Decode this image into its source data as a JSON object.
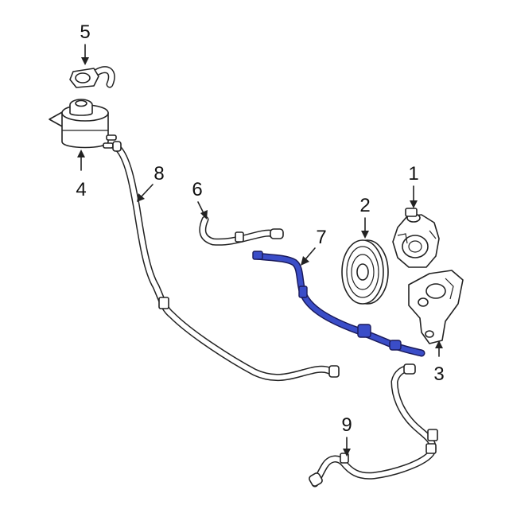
{
  "callouts": {
    "c1": "1",
    "c2": "2",
    "c3": "3",
    "c4": "4",
    "c5": "5",
    "c6": "6",
    "c7": "7",
    "c8": "8",
    "c9": "9"
  },
  "highlight_color": "#3a4dc8"
}
